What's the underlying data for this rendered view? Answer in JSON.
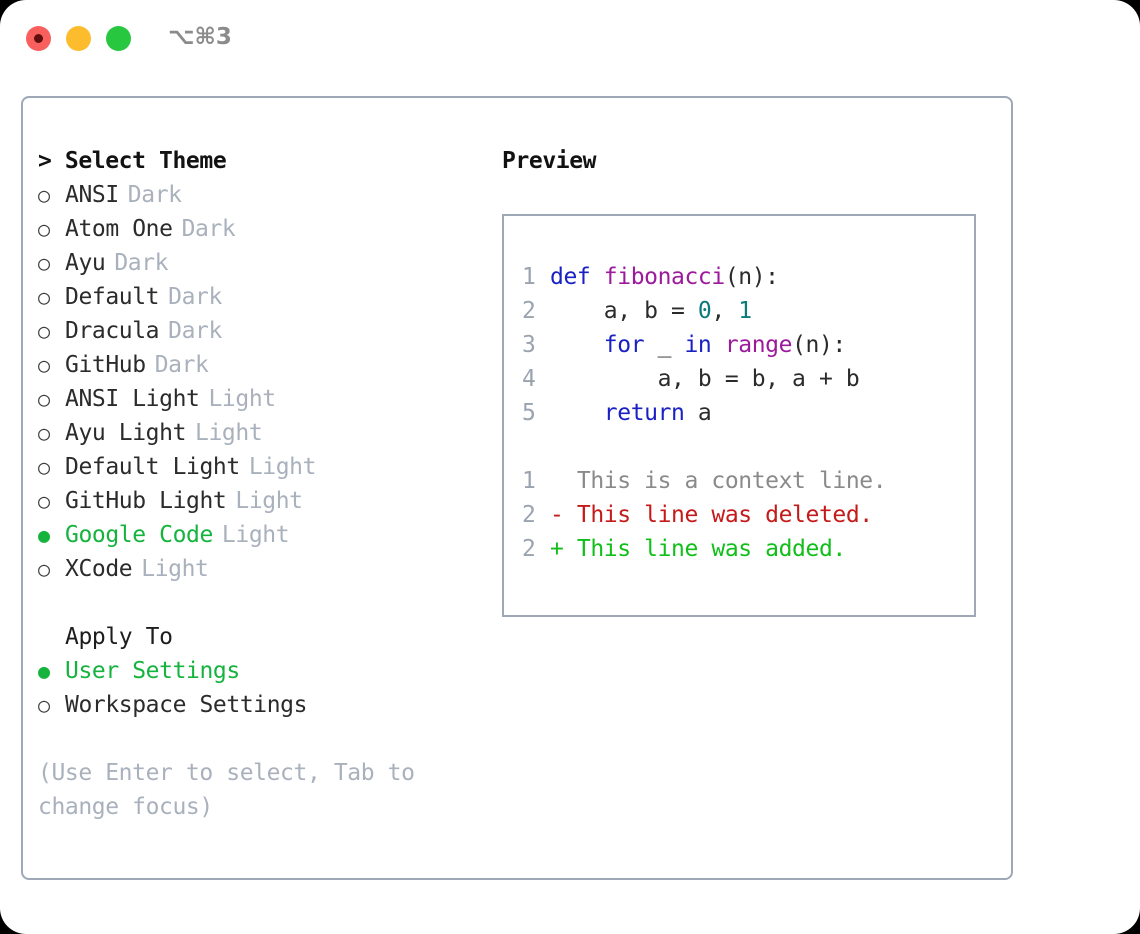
{
  "titlebar": {
    "shortcut": "⌥⌘3",
    "lights": [
      {
        "name": "close",
        "color": "#f9605d"
      },
      {
        "name": "minimize",
        "color": "#fdbc2e"
      },
      {
        "name": "zoom",
        "color": "#27c840"
      }
    ]
  },
  "left": {
    "header": "> Select Theme",
    "themes": [
      {
        "bullet": "○",
        "label": "ANSI",
        "badge": "Dark",
        "selected": false
      },
      {
        "bullet": "○",
        "label": "Atom One",
        "badge": "Dark",
        "selected": false
      },
      {
        "bullet": "○",
        "label": "Ayu",
        "badge": "Dark",
        "selected": false
      },
      {
        "bullet": "○",
        "label": "Default",
        "badge": "Dark",
        "selected": false
      },
      {
        "bullet": "○",
        "label": "Dracula",
        "badge": "Dark",
        "selected": false
      },
      {
        "bullet": "○",
        "label": "GitHub",
        "badge": "Dark",
        "selected": false
      },
      {
        "bullet": "○",
        "label": "ANSI Light",
        "badge": "Light",
        "selected": false
      },
      {
        "bullet": "○",
        "label": "Ayu Light",
        "badge": "Light",
        "selected": false
      },
      {
        "bullet": "○",
        "label": "Default Light",
        "badge": "Light",
        "selected": false
      },
      {
        "bullet": "○",
        "label": "GitHub Light",
        "badge": "Light",
        "selected": false
      },
      {
        "bullet": "●",
        "label": "Google Code",
        "badge": "Light",
        "selected": true
      },
      {
        "bullet": "○",
        "label": "XCode",
        "badge": "Light",
        "selected": false
      }
    ],
    "apply_to_header": "Apply To",
    "apply_to": [
      {
        "bullet": "●",
        "label": "User Settings",
        "selected": true
      },
      {
        "bullet": "○",
        "label": "Workspace Settings",
        "selected": false
      }
    ],
    "hint": "(Use Enter to select, Tab to change focus)"
  },
  "right": {
    "preview_title": "Preview",
    "code_lines": [
      {
        "num": "1",
        "tokens": [
          {
            "t": "def ",
            "c": "kw"
          },
          {
            "t": "fibonacci",
            "c": "fn"
          },
          {
            "t": "(n):",
            "c": "plain"
          }
        ]
      },
      {
        "num": "2",
        "tokens": [
          {
            "t": "    a, b = ",
            "c": "plain"
          },
          {
            "t": "0",
            "c": "num"
          },
          {
            "t": ", ",
            "c": "plain"
          },
          {
            "t": "1",
            "c": "num"
          }
        ]
      },
      {
        "num": "3",
        "tokens": [
          {
            "t": "    ",
            "c": "plain"
          },
          {
            "t": "for",
            "c": "kw"
          },
          {
            "t": " _ ",
            "c": "plain"
          },
          {
            "t": "in",
            "c": "kw"
          },
          {
            "t": " ",
            "c": "plain"
          },
          {
            "t": "range",
            "c": "fn"
          },
          {
            "t": "(n):",
            "c": "plain"
          }
        ]
      },
      {
        "num": "4",
        "tokens": [
          {
            "t": "        a, b = b, a + b",
            "c": "plain"
          }
        ]
      },
      {
        "num": "5",
        "tokens": [
          {
            "t": "    ",
            "c": "plain"
          },
          {
            "t": "return",
            "c": "kw"
          },
          {
            "t": " a",
            "c": "plain"
          }
        ]
      }
    ],
    "diff_lines": [
      {
        "num": "1",
        "text": "  This is a context line.",
        "kind": "ctx"
      },
      {
        "num": "2",
        "text": "- This line was deleted.",
        "kind": "del"
      },
      {
        "num": "2",
        "text": "+ This line was added.",
        "kind": "add"
      }
    ]
  },
  "colors": {
    "border": "#9ea8b7",
    "selected_green": "#16b33f",
    "badge_gray": "#a9b1bd",
    "keyword_blue": "#1a21c4",
    "function_magenta": "#9c1a9c",
    "number_teal": "#0b7a7a",
    "diff_deleted_red": "#c41a1a",
    "diff_added_green": "#12bf1a",
    "diff_context_gray": "#8a8a8a"
  }
}
